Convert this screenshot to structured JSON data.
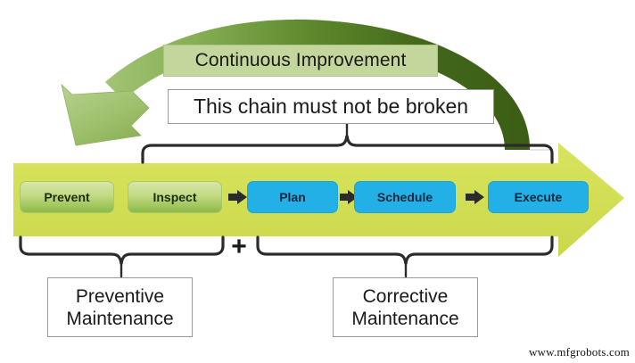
{
  "diagram": {
    "title_banner": "Continuous Improvement",
    "chain_note": "This chain must not be broken",
    "plus_symbol": "+",
    "watermark": "www.mfgrobots.com",
    "colors": {
      "band_yellow_green": "#d2de54",
      "chip_blue": "#22b0e6",
      "chip_green_light": "#d7e6a6",
      "chip_green_dark": "#8cba45",
      "banner_green": "#c3d69b",
      "arrow_dark_green": "#3d6116",
      "arrow_light_green": "#9cbf67",
      "brace_black": "#2b2b2b"
    },
    "steps": [
      {
        "label": "Prevent",
        "type": "green"
      },
      {
        "label": "Inspect",
        "type": "green"
      },
      {
        "label": "Plan",
        "type": "blue"
      },
      {
        "label": "Schedule",
        "type": "blue"
      },
      {
        "label": "Execute",
        "type": "blue"
      }
    ],
    "connectors": [
      {
        "from": "Inspect",
        "to": "Plan"
      },
      {
        "from": "Plan",
        "to": "Schedule"
      },
      {
        "from": "Schedule",
        "to": "Execute"
      }
    ],
    "groups": [
      {
        "name": "preventive",
        "line1": "Preventive",
        "line2": "Maintenance",
        "covers": [
          "Prevent",
          "Inspect"
        ]
      },
      {
        "name": "corrective",
        "line1": "Corrective",
        "line2": "Maintenance",
        "covers": [
          "Plan",
          "Schedule",
          "Execute"
        ]
      }
    ],
    "top_brace": {
      "label": "This chain must not be broken",
      "covers": [
        "Prevent",
        "Inspect",
        "Plan",
        "Schedule",
        "Execute"
      ]
    },
    "feedback_arrow": {
      "description": "curved arrow looping from right end back to left start",
      "direction": "right-to-left"
    }
  }
}
